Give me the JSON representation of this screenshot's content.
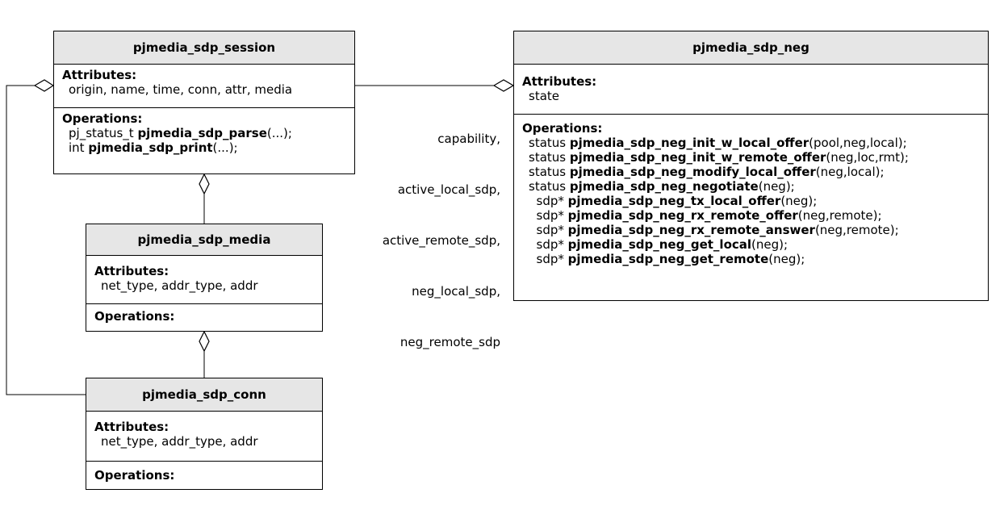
{
  "classes": {
    "session": {
      "name": "pjmedia_sdp_session",
      "attributes_title": "Attributes:",
      "attributes": [
        "origin, name, time, conn, attr, media"
      ],
      "operations_title": "Operations:",
      "operations": [
        {
          "prefix": "pj_status_t ",
          "name": "pjmedia_sdp_parse",
          "args": "(...);"
        },
        {
          "prefix": "int ",
          "name": "pjmedia_sdp_print",
          "args": "(...);"
        }
      ]
    },
    "media": {
      "name": "pjmedia_sdp_media",
      "attributes_title": "Attributes:",
      "attributes": [
        "net_type, addr_type, addr"
      ],
      "operations_title": "Operations:"
    },
    "conn": {
      "name": "pjmedia_sdp_conn",
      "attributes_title": "Attributes:",
      "attributes": [
        "net_type, addr_type, addr"
      ],
      "operations_title": "Operations:"
    },
    "neg": {
      "name": "pjmedia_sdp_neg",
      "attributes_title": "Attributes:",
      "attributes": [
        "state"
      ],
      "operations_title": "Operations:",
      "operations": [
        {
          "prefix": "status ",
          "name": "pjmedia_sdp_neg_init_w_local_offer",
          "args": "(pool,neg,local);"
        },
        {
          "prefix": "status ",
          "name": "pjmedia_sdp_neg_init_w_remote_offer",
          "args": "(neg,loc,rmt);"
        },
        {
          "prefix": "status ",
          "name": "pjmedia_sdp_neg_modify_local_offer",
          "args": "(neg,local);"
        },
        {
          "prefix": "status ",
          "name": "pjmedia_sdp_neg_negotiate",
          "args": "(neg);"
        },
        {
          "prefix": "  sdp* ",
          "name": "pjmedia_sdp_neg_tx_local_offer",
          "args": "(neg);"
        },
        {
          "prefix": "  sdp* ",
          "name": "pjmedia_sdp_neg_rx_remote_offer",
          "args": "(neg,remote);"
        },
        {
          "prefix": "  sdp* ",
          "name": "pjmedia_sdp_neg_rx_remote_answer",
          "args": "(neg,remote);"
        },
        {
          "prefix": "  sdp* ",
          "name": "pjmedia_sdp_neg_get_local",
          "args": "(neg);"
        },
        {
          "prefix": "  sdp* ",
          "name": "pjmedia_sdp_neg_get_remote",
          "args": "(neg);"
        }
      ]
    }
  },
  "association_label": [
    "capability,",
    "active_local_sdp,",
    "active_remote_sdp,",
    "neg_local_sdp,",
    "neg_remote_sdp"
  ]
}
